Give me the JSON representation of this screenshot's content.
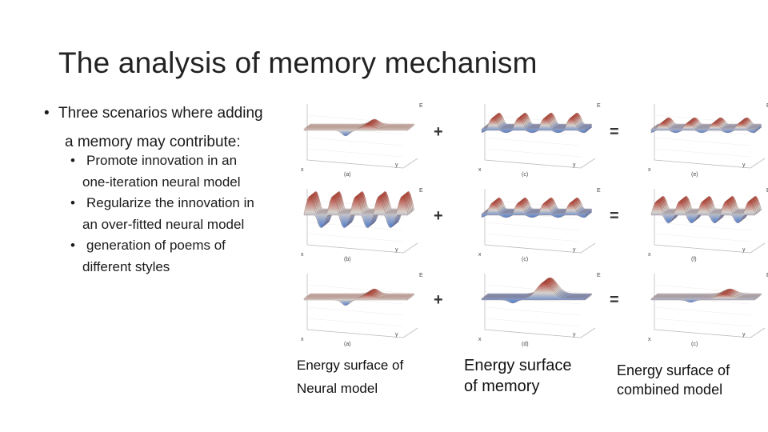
{
  "slide": {
    "title": "The analysis of memory mechanism",
    "bullet": {
      "line1": "Three scenarios where adding",
      "line2": "a memory may contribute:"
    },
    "sub_bullets": [
      {
        "line1": "Promote innovation in an",
        "line2": "one-iteration neural model"
      },
      {
        "line1": "Regularize the innovation in",
        "line2": "an over-fitted neural model"
      },
      {
        "line1": "generation of poems of",
        "line2": "different styles"
      }
    ],
    "operators": {
      "plus": "+",
      "equals": "="
    },
    "panels": {
      "axis_e": "E",
      "axis_x": "x",
      "axis_y": "y",
      "row1": [
        "(a)",
        "(c)",
        "(e)"
      ],
      "row2": [
        "(b)",
        "(c)",
        "(f)"
      ],
      "row3": [
        "(a)",
        "(d)",
        "(c)"
      ]
    },
    "captions": {
      "neural": {
        "line1": "Energy surface of",
        "line2": "Neural model"
      },
      "memory": {
        "line1": "Energy surface",
        "line2": "of memory"
      },
      "combined": {
        "line1": "Energy surface of",
        "line2": "combined model"
      }
    },
    "colors": {
      "surface_high": "#b03a2e",
      "surface_low": "#4a78c8",
      "surface_mid": "#d9d2cc"
    }
  }
}
